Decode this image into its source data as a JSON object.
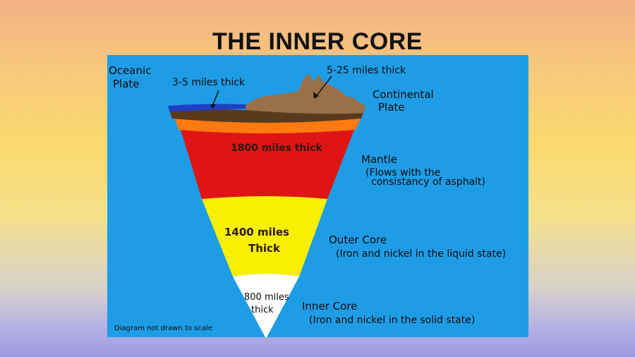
{
  "title": "THE INNER CORE",
  "labels": {
    "oceanic_plate_1": "Oceanic",
    "oceanic_plate_2": "Plate",
    "oceanic_thickness": "3-5 miles thick",
    "continental_thickness": "5-25 miles thick",
    "continental_plate_1": "Continental",
    "continental_plate_2": "Plate",
    "mantle_thickness": "1800 miles thick",
    "mantle": "Mantle",
    "mantle_desc_1": "(Flows with the",
    "mantle_desc_2": "consistancy of asphalt)",
    "outer_core_thickness_1": "1400 miles",
    "outer_core_thickness_2": "Thick",
    "outer_core": "Outer Core",
    "outer_core_desc": "(Iron and nickel in the liquid state)",
    "inner_core_thickness_1": "800 miles",
    "inner_core_thickness_2": "thick",
    "inner_core": "Inner Core",
    "inner_core_desc": "(Iron and nickel in the solid state)",
    "scale_note": "Diagram not drawn to scale"
  },
  "colors": {
    "background_panel": "#1e9de6",
    "crust_ocean": "#1f3fc6",
    "crust_land": "#9a7048",
    "crust_dark": "#5a3a1c",
    "upper_mantle": "#ff7a10",
    "mantle": "#e01414",
    "outer_core": "#f8f000",
    "inner_core": "#ffffff"
  }
}
